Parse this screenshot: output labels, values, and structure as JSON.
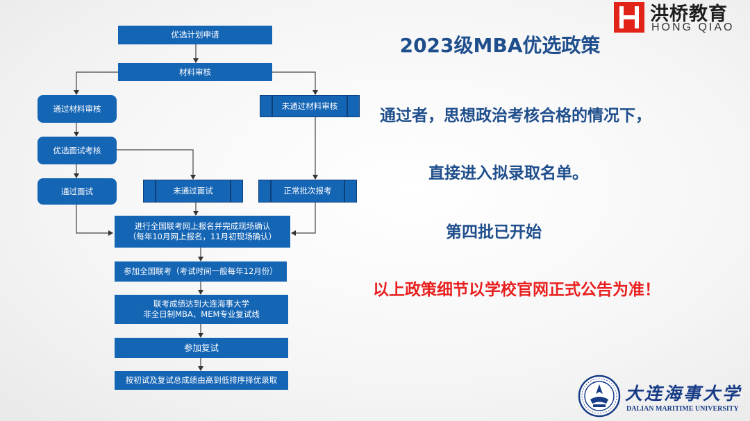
{
  "logo": {
    "name_cn": "洪桥教育",
    "name_en": "HONG QIAO",
    "brand_color": "#e2231a"
  },
  "title": "2023级MBA优选政策",
  "flowchart": {
    "box_color": "#1565b5",
    "nodes": {
      "apply": "优选计划申请",
      "review": "材料审核",
      "review_pass": "通过材料审核",
      "review_fail": "未通过材料审核",
      "interview": "优选面试考核",
      "interview_pass": "通过面试",
      "interview_fail": "未通过面试",
      "regular": "正常批次报考",
      "register": "进行全国联考网上报名并完成现场确认\n（每年10月网上报名，11月初现场确认）",
      "exam": "参加全国联考（考试时间一般每年12月份）",
      "score": "联考成绩达到大连海事大学\n非全日制MBA、MEM专业复试线",
      "retest": "参加复试",
      "admit": "按初试及复试总成绩由高到低排序择优录取"
    }
  },
  "policy": {
    "line1": "通过者，思想政治考核合格的情况下，",
    "line2": "直接进入拟录取名单。",
    "line3": "第四批已开始",
    "notice": "以上政策细节以学校官网正式公告为准！",
    "notice_color": "#e8201f"
  },
  "university": {
    "name_cn": "大连海事大学",
    "name_en": "DALIAN MARITIME UNIVERSITY"
  }
}
